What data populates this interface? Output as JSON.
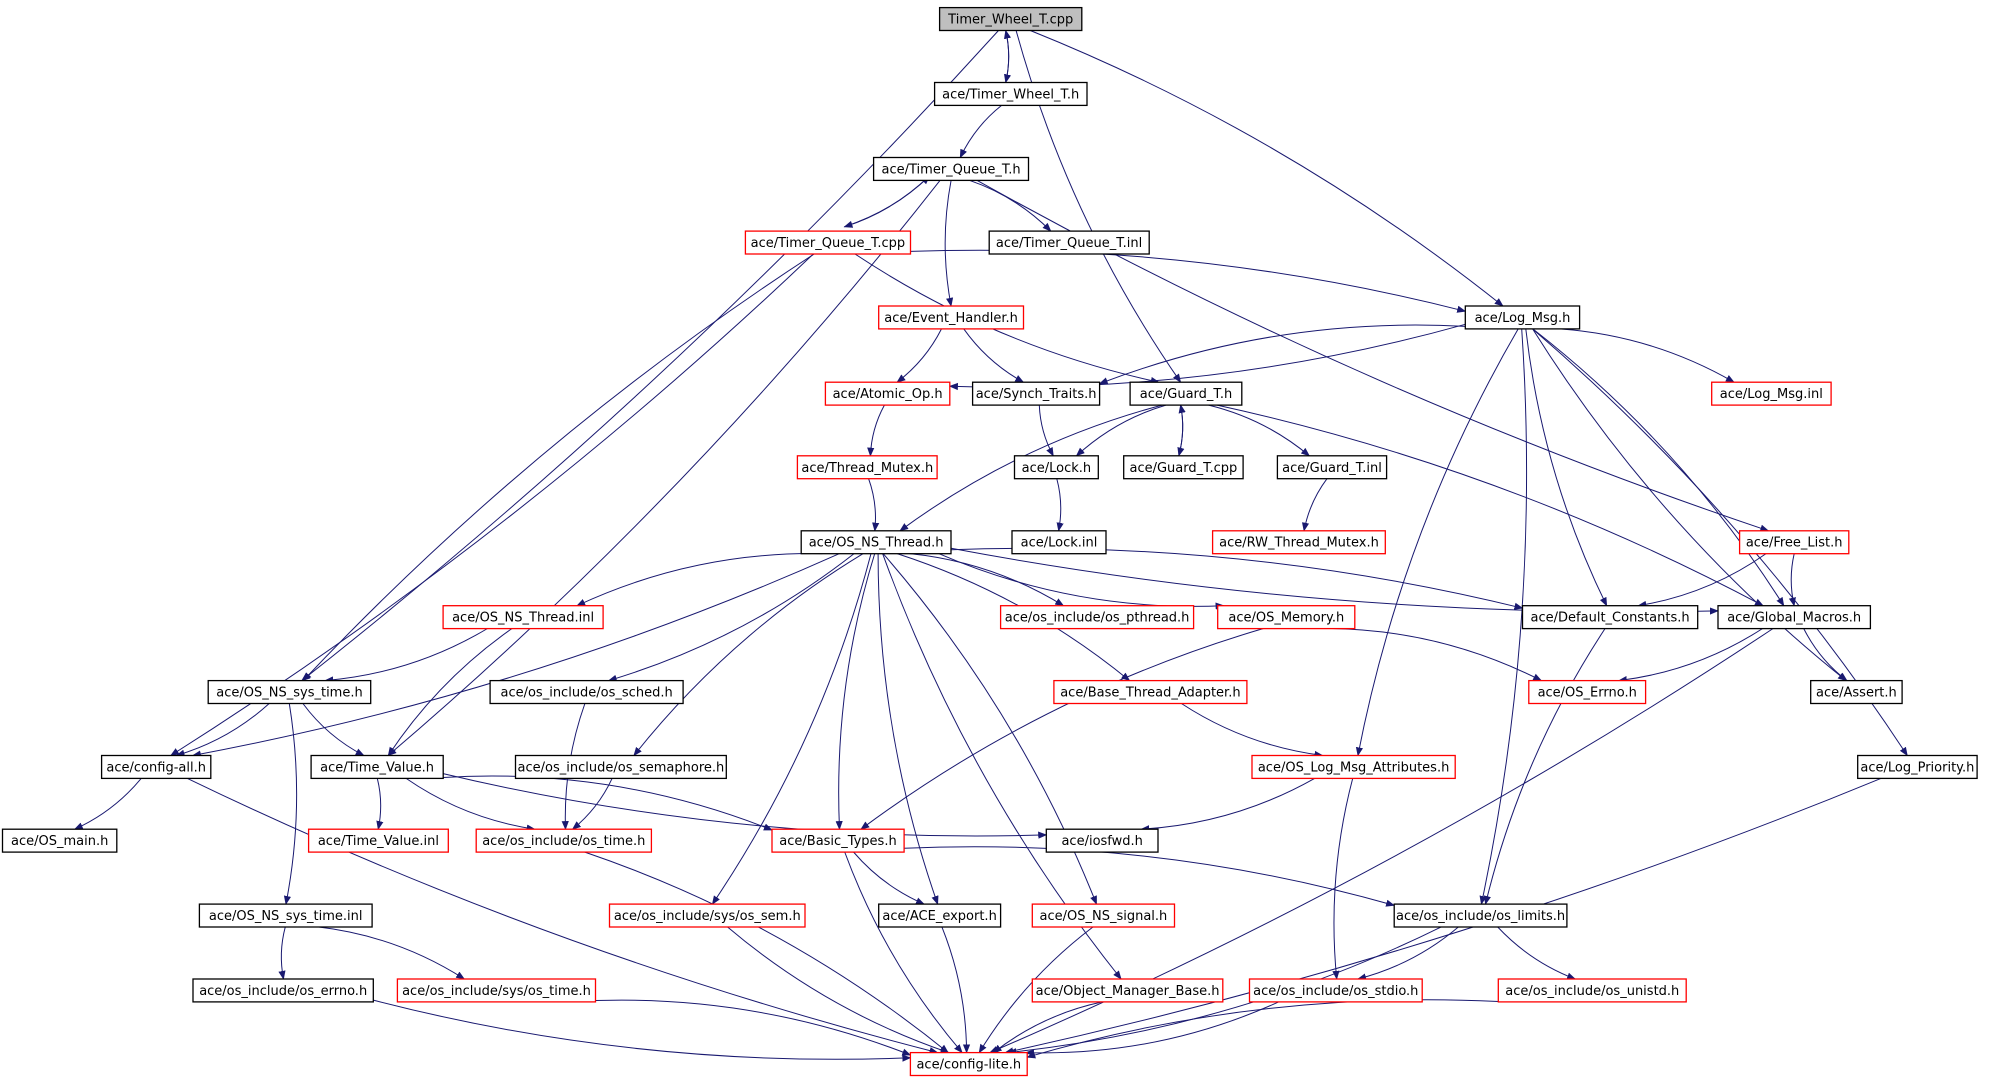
{
  "colors": {
    "edge": "#191970",
    "border_black": "#000000",
    "border_red": "#ff0000",
    "root_fill": "#bfbfbf",
    "node_fill": "#ffffff"
  },
  "nodes": {
    "n_wheel_cpp": {
      "label": "Timer_Wheel_T.cpp",
      "style": "root"
    },
    "n_wheel_h": {
      "label": "ace/Timer_Wheel_T.h",
      "style": "black"
    },
    "n_queue_h": {
      "label": "ace/Timer_Queue_T.h",
      "style": "black"
    },
    "n_queue_cpp": {
      "label": "ace/Timer_Queue_T.cpp",
      "style": "red"
    },
    "n_queue_inl": {
      "label": "ace/Timer_Queue_T.inl",
      "style": "black"
    },
    "n_event_h": {
      "label": "ace/Event_Handler.h",
      "style": "red"
    },
    "n_logmsg_h": {
      "label": "ace/Log_Msg.h",
      "style": "black"
    },
    "n_atomic": {
      "label": "ace/Atomic_Op.h",
      "style": "red"
    },
    "n_synch": {
      "label": "ace/Synch_Traits.h",
      "style": "black"
    },
    "n_guard_h": {
      "label": "ace/Guard_T.h",
      "style": "black"
    },
    "n_logmsg_inl": {
      "label": "ace/Log_Msg.inl",
      "style": "red"
    },
    "n_tmutex": {
      "label": "ace/Thread_Mutex.h",
      "style": "red"
    },
    "n_lock_h": {
      "label": "ace/Lock.h",
      "style": "black"
    },
    "n_guard_cpp": {
      "label": "ace/Guard_T.cpp",
      "style": "black"
    },
    "n_guard_inl": {
      "label": "ace/Guard_T.inl",
      "style": "black"
    },
    "n_lock_inl": {
      "label": "ace/Lock.inl",
      "style": "black"
    },
    "n_rwmutex": {
      "label": "ace/RW_Thread_Mutex.h",
      "style": "red"
    },
    "n_osthread_h": {
      "label": "ace/OS_NS_Thread.h",
      "style": "black"
    },
    "n_freelist": {
      "label": "ace/Free_List.h",
      "style": "red"
    },
    "n_osthread_inl": {
      "label": "ace/OS_NS_Thread.inl",
      "style": "red"
    },
    "n_pthread": {
      "label": "ace/os_include/os_pthread.h",
      "style": "red"
    },
    "n_osmemory": {
      "label": "ace/OS_Memory.h",
      "style": "red"
    },
    "n_defconst": {
      "label": "ace/Default_Constants.h",
      "style": "black"
    },
    "n_globmac": {
      "label": "ace/Global_Macros.h",
      "style": "black"
    },
    "n_systime_h": {
      "label": "ace/OS_NS_sys_time.h",
      "style": "black"
    },
    "n_sched": {
      "label": "ace/os_include/os_sched.h",
      "style": "black"
    },
    "n_basethread": {
      "label": "ace/Base_Thread_Adapter.h",
      "style": "red"
    },
    "n_oserrno": {
      "label": "ace/OS_Errno.h",
      "style": "red"
    },
    "n_assert": {
      "label": "ace/Assert.h",
      "style": "black"
    },
    "n_configall": {
      "label": "ace/config-all.h",
      "style": "black"
    },
    "n_timevalue": {
      "label": "ace/Time_Value.h",
      "style": "black"
    },
    "n_semaphore": {
      "label": "ace/os_include/os_semaphore.h",
      "style": "black"
    },
    "n_oslogattr": {
      "label": "ace/OS_Log_Msg_Attributes.h",
      "style": "red"
    },
    "n_logprio": {
      "label": "ace/Log_Priority.h",
      "style": "black"
    },
    "n_osmain": {
      "label": "ace/OS_main.h",
      "style": "black"
    },
    "n_tv_inl": {
      "label": "ace/Time_Value.inl",
      "style": "red"
    },
    "n_ostime": {
      "label": "ace/os_include/os_time.h",
      "style": "red"
    },
    "n_basictypes": {
      "label": "ace/Basic_Types.h",
      "style": "red"
    },
    "n_iosfwd": {
      "label": "ace/iosfwd.h",
      "style": "black"
    },
    "n_systime_inl": {
      "label": "ace/OS_NS_sys_time.inl",
      "style": "black"
    },
    "n_syssem": {
      "label": "ace/os_include/sys/os_sem.h",
      "style": "red"
    },
    "n_aceexport": {
      "label": "ace/ACE_export.h",
      "style": "black"
    },
    "n_signal": {
      "label": "ace/OS_NS_signal.h",
      "style": "red"
    },
    "n_limits": {
      "label": "ace/os_include/os_limits.h",
      "style": "black"
    },
    "n_errno": {
      "label": "ace/os_include/os_errno.h",
      "style": "black"
    },
    "n_systime2": {
      "label": "ace/os_include/sys/os_time.h",
      "style": "red"
    },
    "n_objmgr": {
      "label": "ace/Object_Manager_Base.h",
      "style": "red"
    },
    "n_stdio": {
      "label": "ace/os_include/os_stdio.h",
      "style": "red"
    },
    "n_unistd": {
      "label": "ace/os_include/os_unistd.h",
      "style": "red"
    },
    "n_configlite": {
      "label": "ace/config-lite.h",
      "style": "red"
    }
  },
  "edges": [
    [
      "n_wheel_cpp",
      "n_wheel_h"
    ],
    [
      "n_wheel_h",
      "n_wheel_cpp"
    ],
    [
      "n_wheel_cpp",
      "n_systime_h"
    ],
    [
      "n_wheel_cpp",
      "n_guard_h"
    ],
    [
      "n_wheel_cpp",
      "n_logmsg_h"
    ],
    [
      "n_wheel_h",
      "n_queue_h"
    ],
    [
      "n_queue_h",
      "n_queue_cpp"
    ],
    [
      "n_queue_cpp",
      "n_queue_h"
    ],
    [
      "n_queue_h",
      "n_queue_inl"
    ],
    [
      "n_queue_h",
      "n_event_h"
    ],
    [
      "n_queue_h",
      "n_timevalue"
    ],
    [
      "n_queue_h",
      "n_freelist"
    ],
    [
      "n_queue_cpp",
      "n_logmsg_h"
    ],
    [
      "n_queue_cpp",
      "n_guard_h"
    ],
    [
      "n_queue_cpp",
      "n_configall"
    ],
    [
      "n_queue_cpp",
      "n_systime_h"
    ],
    [
      "n_event_h",
      "n_atomic"
    ],
    [
      "n_event_h",
      "n_synch"
    ],
    [
      "n_logmsg_h",
      "n_atomic"
    ],
    [
      "n_logmsg_h",
      "n_synch"
    ],
    [
      "n_logmsg_h",
      "n_logmsg_inl"
    ],
    [
      "n_logmsg_h",
      "n_defconst"
    ],
    [
      "n_logmsg_h",
      "n_globmac"
    ],
    [
      "n_logmsg_h",
      "n_assert"
    ],
    [
      "n_logmsg_h",
      "n_logprio"
    ],
    [
      "n_logmsg_h",
      "n_oslogattr"
    ],
    [
      "n_logmsg_h",
      "n_limits"
    ],
    [
      "n_atomic",
      "n_tmutex"
    ],
    [
      "n_tmutex",
      "n_osthread_h"
    ],
    [
      "n_synch",
      "n_lock_h"
    ],
    [
      "n_lock_h",
      "n_lock_inl"
    ],
    [
      "n_guard_h",
      "n_lock_h"
    ],
    [
      "n_guard_h",
      "n_guard_cpp"
    ],
    [
      "n_guard_cpp",
      "n_guard_h"
    ],
    [
      "n_guard_h",
      "n_guard_inl"
    ],
    [
      "n_guard_h",
      "n_osthread_h"
    ],
    [
      "n_guard_h",
      "n_globmac"
    ],
    [
      "n_guard_inl",
      "n_rwmutex"
    ],
    [
      "n_freelist",
      "n_defconst"
    ],
    [
      "n_freelist",
      "n_globmac"
    ],
    [
      "n_osthread_h",
      "n_configall"
    ],
    [
      "n_osthread_h",
      "n_osthread_inl"
    ],
    [
      "n_osthread_h",
      "n_pthread"
    ],
    [
      "n_osthread_h",
      "n_osmemory"
    ],
    [
      "n_osthread_h",
      "n_defconst"
    ],
    [
      "n_osthread_h",
      "n_globmac"
    ],
    [
      "n_osthread_h",
      "n_sched"
    ],
    [
      "n_osthread_h",
      "n_semaphore"
    ],
    [
      "n_osthread_h",
      "n_basethread"
    ],
    [
      "n_osthread_h",
      "n_basictypes"
    ],
    [
      "n_osthread_h",
      "n_syssem"
    ],
    [
      "n_osthread_h",
      "n_aceexport"
    ],
    [
      "n_osthread_h",
      "n_signal"
    ],
    [
      "n_osthread_h",
      "n_objmgr"
    ],
    [
      "n_osthread_inl",
      "n_systime_h"
    ],
    [
      "n_osthread_inl",
      "n_timevalue"
    ],
    [
      "n_osmemory",
      "n_oserrno"
    ],
    [
      "n_osmemory",
      "n_basictypes"
    ],
    [
      "n_globmac",
      "n_oserrno"
    ],
    [
      "n_globmac",
      "n_assert"
    ],
    [
      "n_globmac",
      "n_configlite"
    ],
    [
      "n_defconst",
      "n_limits"
    ],
    [
      "n_systime_h",
      "n_configall"
    ],
    [
      "n_systime_h",
      "n_timevalue"
    ],
    [
      "n_systime_h",
      "n_systime_inl"
    ],
    [
      "n_sched",
      "n_ostime"
    ],
    [
      "n_semaphore",
      "n_ostime"
    ],
    [
      "n_basethread",
      "n_oslogattr"
    ],
    [
      "n_oslogattr",
      "n_iosfwd"
    ],
    [
      "n_oslogattr",
      "n_stdio"
    ],
    [
      "n_configall",
      "n_osmain"
    ],
    [
      "n_configall",
      "n_configlite"
    ],
    [
      "n_timevalue",
      "n_tv_inl"
    ],
    [
      "n_timevalue",
      "n_ostime"
    ],
    [
      "n_timevalue",
      "n_basictypes"
    ],
    [
      "n_timevalue",
      "n_iosfwd"
    ],
    [
      "n_ostime",
      "n_configlite"
    ],
    [
      "n_basictypes",
      "n_aceexport"
    ],
    [
      "n_basictypes",
      "n_limits"
    ],
    [
      "n_basictypes",
      "n_configlite"
    ],
    [
      "n_logprio",
      "n_configlite"
    ],
    [
      "n_systime_inl",
      "n_errno"
    ],
    [
      "n_systime_inl",
      "n_systime2"
    ],
    [
      "n_syssem",
      "n_configlite"
    ],
    [
      "n_aceexport",
      "n_configlite"
    ],
    [
      "n_signal",
      "n_configlite"
    ],
    [
      "n_limits",
      "n_stdio"
    ],
    [
      "n_limits",
      "n_unistd"
    ],
    [
      "n_limits",
      "n_configlite"
    ],
    [
      "n_errno",
      "n_configlite"
    ],
    [
      "n_systime2",
      "n_configlite"
    ],
    [
      "n_objmgr",
      "n_configlite"
    ],
    [
      "n_stdio",
      "n_configlite"
    ],
    [
      "n_unistd",
      "n_configlite"
    ]
  ]
}
